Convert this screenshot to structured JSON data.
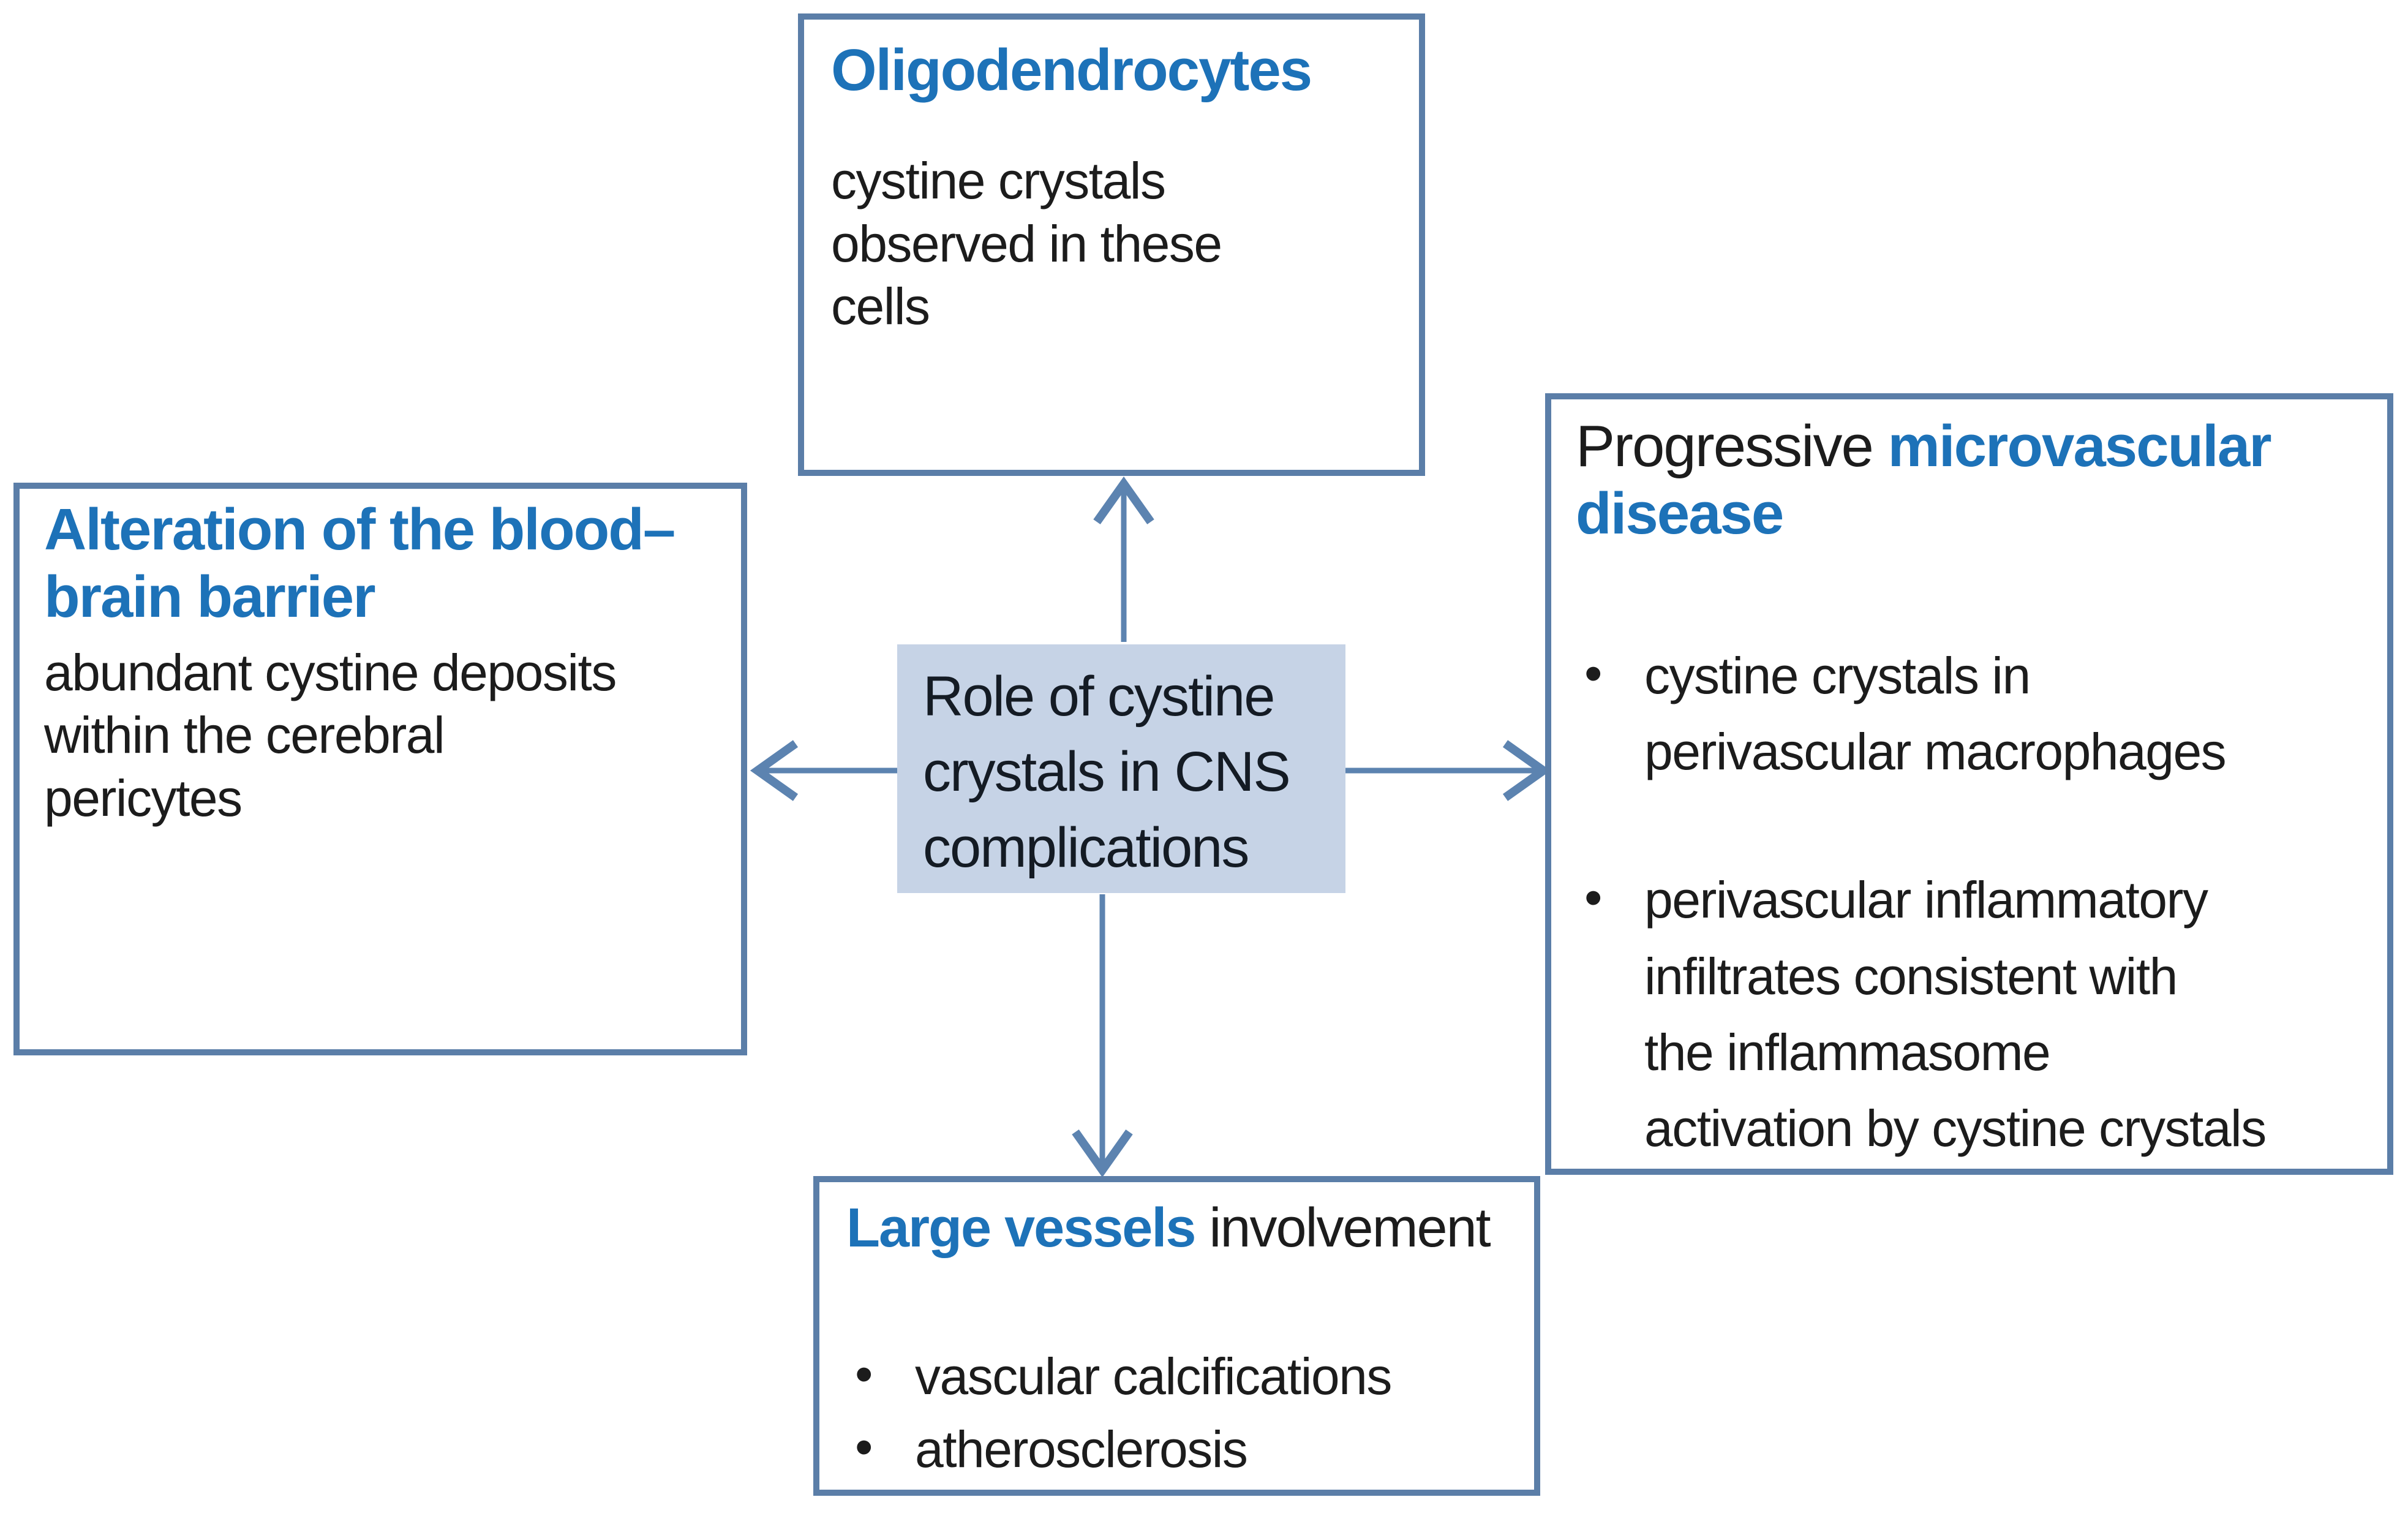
{
  "diagram": {
    "center": {
      "label": "Role of cystine\ncrystals in CNS\ncomplications"
    },
    "boxes": {
      "top": {
        "heading": "Oligodendrocytes",
        "body": "cystine crystals\nobserved in these\ncells"
      },
      "left": {
        "heading": "Alteration of the blood–\nbrain barrier",
        "body": "abundant cystine deposits\nwithin the cerebral\npericytes"
      },
      "right": {
        "heading_prefix": "Progressive ",
        "heading_highlight": "microvascular\ndisease",
        "bullets": [
          "cystine crystals in\nperivascular macrophages",
          "perivascular inflammatory\ninfiltrates consistent with\nthe inflammasome\nactivation by cystine crystals"
        ]
      },
      "bottom": {
        "heading_highlight": "Large vessels",
        "heading_suffix": " involvement",
        "bullets": [
          "vascular calcifications",
          "atherosclerosis"
        ]
      }
    },
    "glyphs": {
      "bullet": "•"
    },
    "colors": {
      "accent_text": "#1d72b8",
      "box_border": "#5b7ea8",
      "arrow": "#5c83b0",
      "center_fill": "#c6d3e6",
      "body_text": "#1c1c1c"
    }
  }
}
